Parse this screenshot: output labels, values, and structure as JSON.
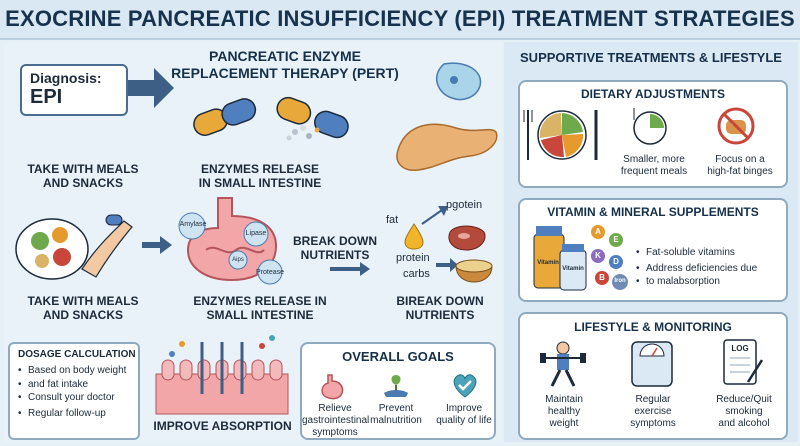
{
  "title": "EXOCRINE PANCREATIC INSUFFICIENCY (EPI) TREATMENT STRATEGIES",
  "diagnosis": {
    "label": "Diagnosis:",
    "value": "EPI"
  },
  "pert": {
    "line1": "PANCREATIC ENZYME",
    "line2": "REPLACEMENT THERAPY (PERT)"
  },
  "top_row": {
    "take_with": {
      "line1": "TAKE WITH MEALS",
      "line2": "AND SNACKS"
    },
    "enzymes_release": {
      "line1": "ENZYMES RELEASE",
      "line2": "IN SMALL INTESTINE"
    }
  },
  "mid_row": {
    "take_with": {
      "line1": "TAKE WITH MEALS",
      "line2": "AND SNACKS"
    },
    "enzymes_release": {
      "line1": "ENZYMES RELEASE IN",
      "line2": "SMALL INTESTINE"
    },
    "break_down": {
      "line1": "BREAK DOWN",
      "line2": "NUTRIENTS"
    },
    "bireak_down": {
      "line1": "BIREAK DOWN",
      "line2": "NUTRIENTS"
    },
    "enzymes": [
      "Amylase",
      "Lipase",
      "Aips",
      "Protease"
    ],
    "nutrients": {
      "fat": "fat",
      "pgotein": "pgotein",
      "protein": "protein",
      "carbs": "carbs"
    }
  },
  "dosage": {
    "title": "DOSAGE CALCULATION",
    "items": [
      "Based on body weight",
      "and fat intake",
      "Consult your doctor",
      "Regular follow-up"
    ]
  },
  "improve_absorption": "IMPROVE ABSORPTION",
  "overall_goals": {
    "title": "OVERALL GOALS",
    "items": [
      {
        "line1": "Relieve",
        "line2": "gastrointestinal",
        "line3": "symptoms"
      },
      {
        "line1": "Prevent",
        "line2": "malnutrition",
        "line3": ""
      },
      {
        "line1": "Improve",
        "line2": "quality of life",
        "line3": ""
      }
    ]
  },
  "supportive": {
    "title": "SUPPORTIVE TREATMENTS & LIFESTYLE",
    "dietary": {
      "title": "DIETARY ADJUSTMENTS",
      "items": [
        {
          "line1": "Smaller, more",
          "line2": "frequent meals"
        },
        {
          "line1": "Focus on a",
          "line2": "high-fat binges"
        }
      ]
    },
    "vitamins": {
      "title": "VITAMIN & MINERAL SUPPLEMENTS",
      "items": [
        "Fat-soluble vitamins",
        "Address deficiencies due",
        "to malabsorption"
      ],
      "bottle_labels": [
        "Vitamin",
        "Vitamin"
      ],
      "letters": [
        "A",
        "E",
        "K",
        "D",
        "B",
        "Iron"
      ]
    },
    "lifestyle": {
      "title": "LIFESTYLE & MONITORING",
      "items": [
        {
          "line1": "Maintain",
          "line2": "healthy",
          "line3": "weight"
        },
        {
          "line1": "Regular",
          "line2": "exercise",
          "line3": "symptoms"
        },
        {
          "line1": "Reduce/Quit",
          "line2": "smoking",
          "line3": "and alcohol"
        }
      ],
      "log_label": "LOG"
    }
  },
  "colors": {
    "navy": "#17324d",
    "arrow": "#3d5f86",
    "accent_blue": "#4a7bb0",
    "orange": "#e79a2c",
    "red": "#c8463a",
    "teal": "#4aa3b8"
  }
}
